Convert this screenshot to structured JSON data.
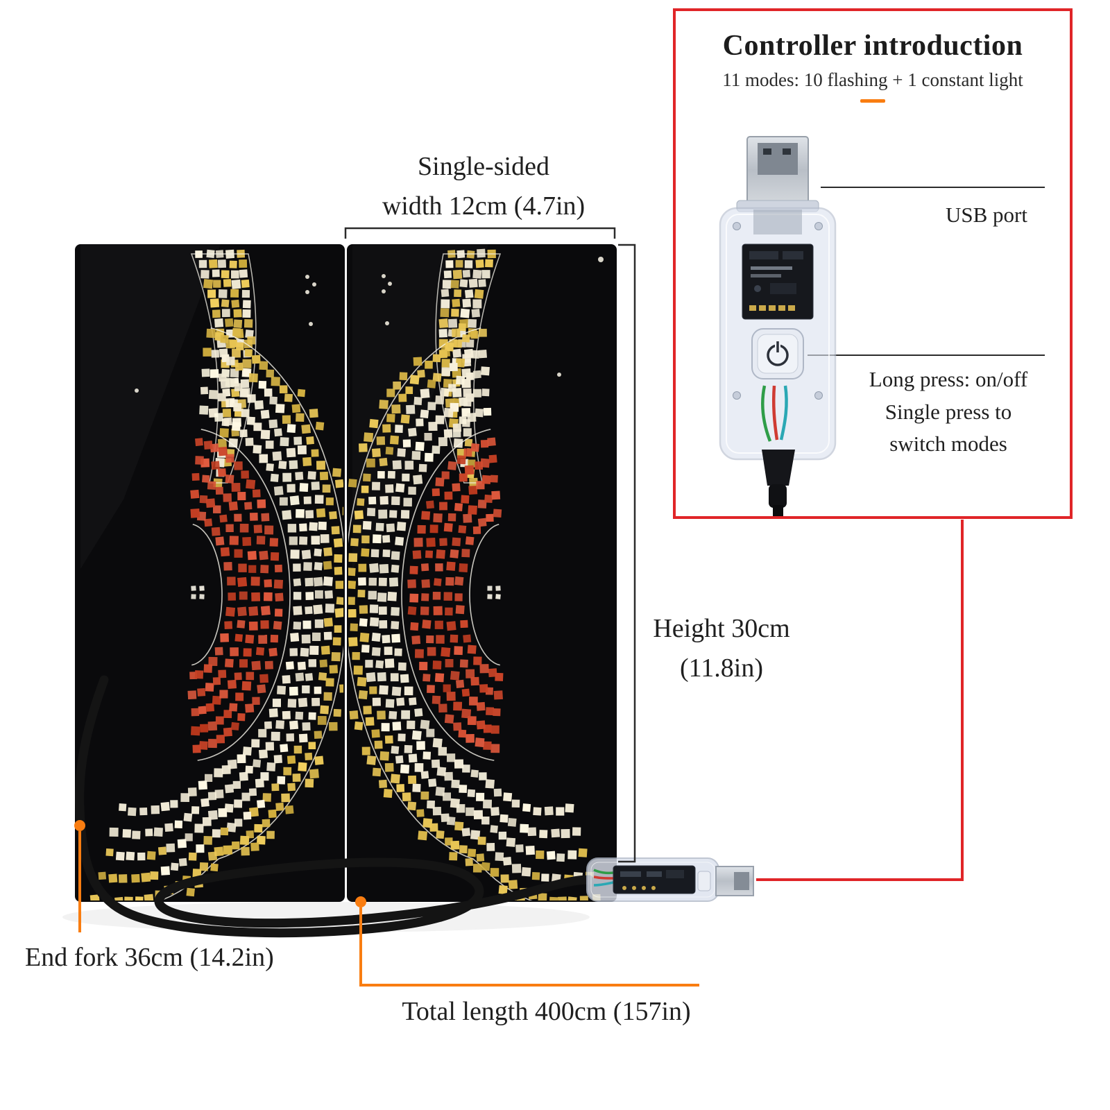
{
  "annotations": {
    "single_sided_width": {
      "line1": "Single-sided",
      "line2": "width 12cm (4.7in)"
    },
    "height": {
      "line1": "Height 30cm",
      "line2": "(11.8in)"
    },
    "end_fork": "End fork 36cm (14.2in)",
    "total_length": "Total length 400cm (157in)"
  },
  "controller_intro": {
    "title": "Controller introduction",
    "subtitle": "11 modes: 10 flashing + 1 constant light",
    "usb_port_label": "USB port",
    "button_instructions": {
      "line1": "Long press: on/off",
      "line2": "Single press to",
      "line3": "switch modes"
    }
  },
  "icons": {
    "power_button": "power-icon",
    "usb_plug": "usb-plug-icon"
  },
  "colors": {
    "background": "#ffffff",
    "text": "#1f1f1f",
    "panel_black": "#0a0a0c",
    "led_white": "#f6efda",
    "led_yellow": "#e2bf4e",
    "led_red": "#d04a2e",
    "accent_orange": "#f97d11",
    "accent_red": "#e02528",
    "dimension_line": "#2b2b2b"
  }
}
